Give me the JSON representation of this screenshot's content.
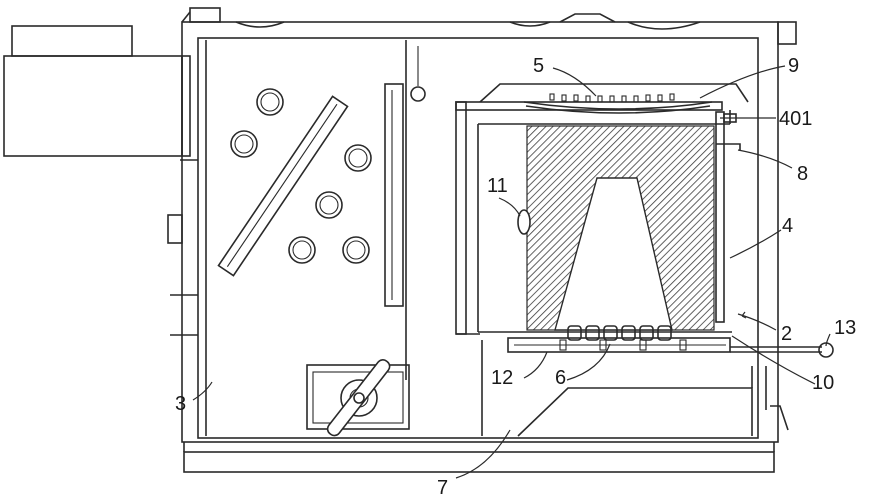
{
  "labels": {
    "l2": "2",
    "l3": "3",
    "l4": "4",
    "l5": "5",
    "l6": "6",
    "l7": "7",
    "l8": "8",
    "l9": "9",
    "l10": "10",
    "l11": "11",
    "l12": "12",
    "l13": "13",
    "l401": "401"
  }
}
